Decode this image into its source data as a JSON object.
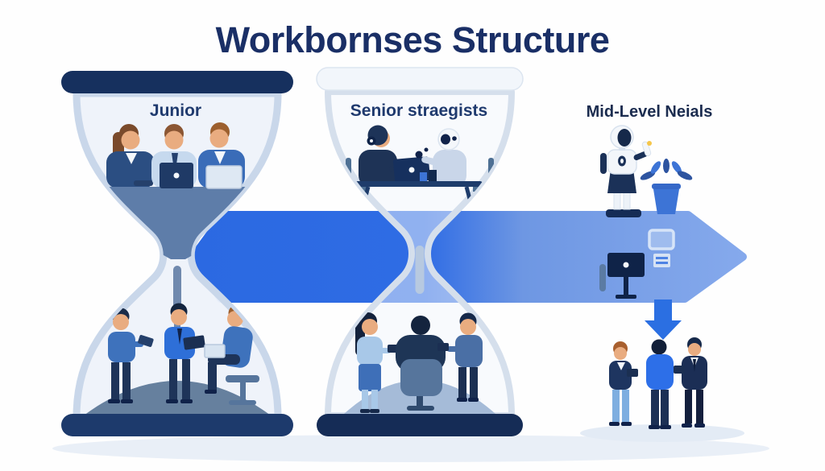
{
  "title": "Workbornses Structure",
  "sections": [
    {
      "label": "Junior"
    },
    {
      "label": "Senior straegists"
    },
    {
      "label": "Mid-Level Neials"
    }
  ],
  "icons": {
    "hourglass_left": "hourglass-icon",
    "hourglass_middle": "hourglass-icon",
    "flow_arrow": "right-arrow-icon",
    "drop_arrow": "down-arrow-icon",
    "robot_presenter": "robot-icon",
    "plant": "plant-icon",
    "kiosk_display": "monitor-icon",
    "desktop_computer": "computer-icon"
  },
  "palette": {
    "title_text": "#1a2f66",
    "label_text": "#1f3a6e",
    "cap_navy": "#16305e",
    "cap_navy_bottom": "#1d3a6c",
    "cap_light": "#f2f6fb",
    "glass_outline": "#c9d7ea",
    "glass_fill": "#eef3fa",
    "sand_slate": "#5e7da9",
    "mound_slate": "#66809e",
    "mound_light": "#a5bbd8",
    "arrow_blue": "#2d6be4",
    "arrow_light_blue": "#85a9ec",
    "accent_bright_blue": "#2d6fe8",
    "skin": "#e9ac80",
    "shadow": "#e9eff7"
  }
}
